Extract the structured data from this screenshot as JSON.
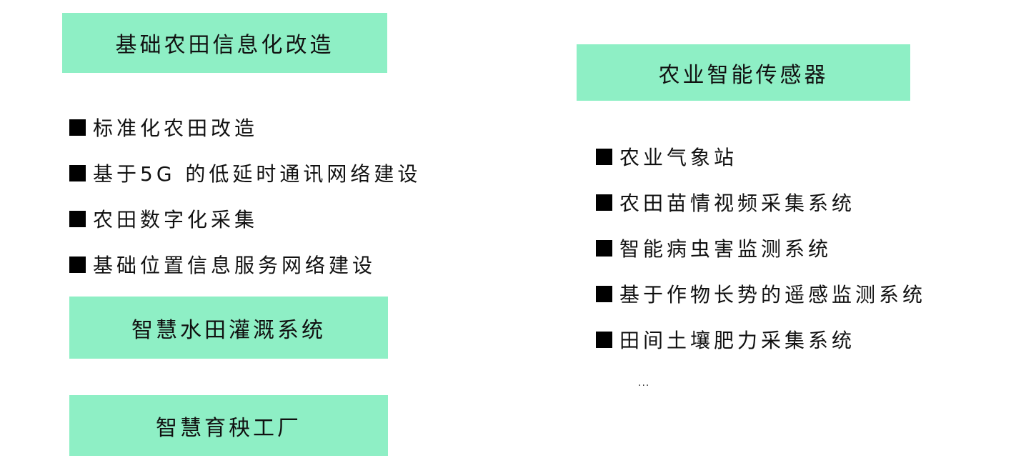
{
  "left": {
    "box1": {
      "title": "基础农田信息化改造"
    },
    "items": [
      "标准化农田改造",
      "基于5G 的低延时通讯网络建设",
      "农田数字化采集",
      "基础位置信息服务网络建设"
    ],
    "box2": {
      "title": "智慧水田灌溉系统"
    },
    "box3": {
      "title": "智慧育秧工厂"
    }
  },
  "right": {
    "box": {
      "title": "农业智能传感器"
    },
    "items": [
      "农业气象站",
      "农田苗情视频采集系统",
      "智能病虫害监测系统",
      "基于作物长势的遥感监测系统",
      "田间土壤肥力采集系统"
    ],
    "ellipsis": "..."
  },
  "colors": {
    "box_fill": "#8eefc5",
    "bullet": "#000000",
    "text": "#111111"
  }
}
